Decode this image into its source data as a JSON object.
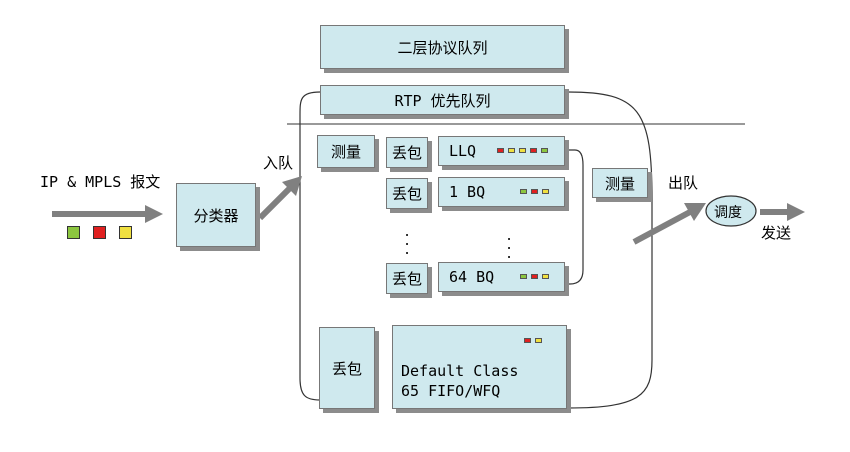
{
  "input_label": "IP & MPLS 报文",
  "classifier": "分类器",
  "enqueue": "入队",
  "dequeue": "出队",
  "send": "发送",
  "l2_queue": "二层协议队列",
  "rtp_queue": "RTP 优先队列",
  "measure": "测量",
  "drop": "丢包",
  "queues": [
    {
      "label": "LLQ"
    },
    {
      "label": "1 BQ"
    },
    {
      "label": "64 BQ"
    }
  ],
  "default_class_line1": "Default Class",
  "default_class_line2": "65 FIFO/WFQ",
  "scheduler": "调度",
  "measure_right": "测量",
  "packet_colors": [
    "#8cc63f",
    "#e02020",
    "#f0e040"
  ],
  "dot_colors": {
    "red": "#e02020",
    "yellow": "#f0e040",
    "green": "#8cc63f"
  }
}
